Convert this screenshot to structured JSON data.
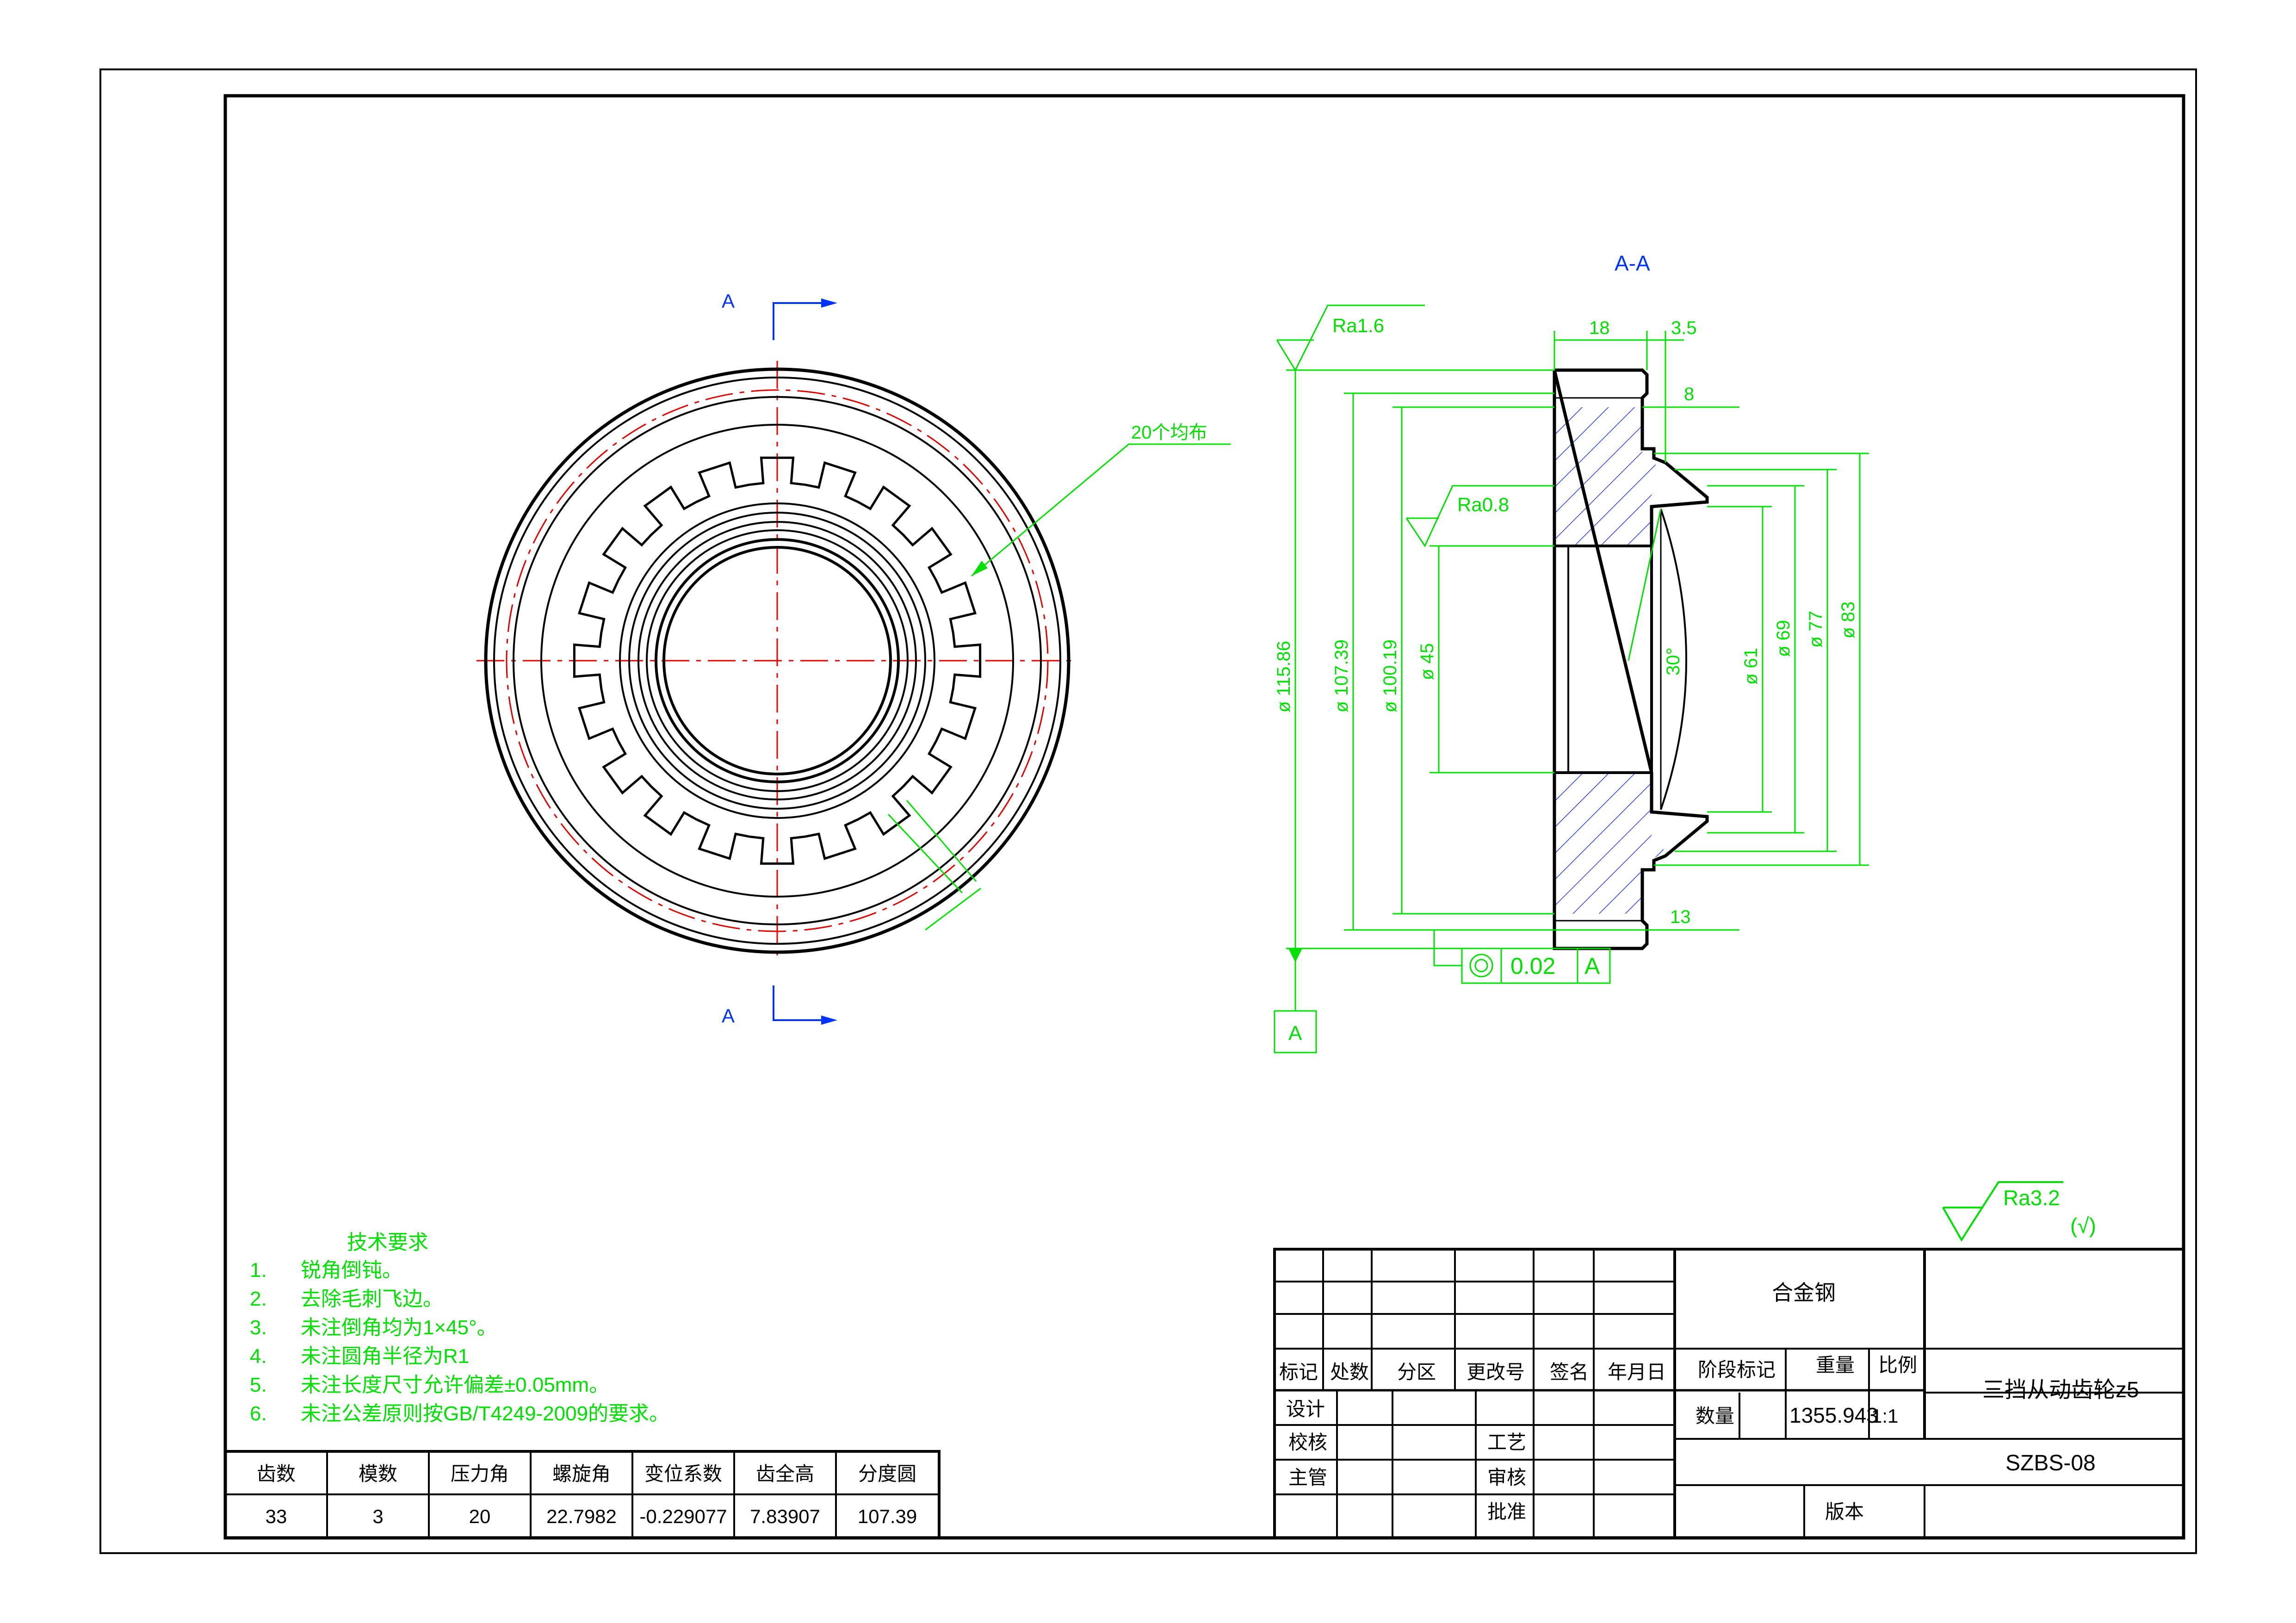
{
  "colors": {
    "outline": "#000000",
    "dimension": "#00e000",
    "centerline": "#e00000",
    "section_mark": "#0033ff",
    "hatch": "#2b3dff"
  },
  "section": {
    "label": "A-A",
    "arrow_label_top": "A",
    "arrow_label_bottom": "A"
  },
  "front_view": {
    "note": "20个均布"
  },
  "side_view": {
    "dims": {
      "width_18": "18",
      "width_3_5": "3.5",
      "width_8": "8",
      "width_13": "13",
      "d115": "ø 115.86",
      "d107": "ø 107.39",
      "d100": "ø 100.19",
      "d45": "ø 45",
      "d61": "ø 61",
      "d69": "ø 69",
      "d77": "ø 77",
      "d83": "ø 83",
      "angle": "30°"
    },
    "roughness": {
      "ra16": "Ra1.6",
      "ra08": "Ra0.8"
    },
    "tolerance": {
      "value": "0.02",
      "datum": "A"
    },
    "datum_label": "A"
  },
  "roughness_general": {
    "label": "Ra3.2",
    "suffix": "(√)"
  },
  "tech_requirements": {
    "title": "技术要求",
    "items": [
      {
        "num": "1.",
        "text": "锐角倒钝。"
      },
      {
        "num": "2.",
        "text": "去除毛刺飞边。"
      },
      {
        "num": "3.",
        "text": "未注倒角均为1×45°。"
      },
      {
        "num": "4.",
        "text": "未注圆角半径为R1"
      },
      {
        "num": "5.",
        "text": "未注长度尺寸允许偏差±0.05mm。"
      },
      {
        "num": "6.",
        "text": "未注公差原则按GB/T4249-2009的要求。"
      }
    ]
  },
  "gear_params": {
    "headers": [
      "齿数",
      "模数",
      "压力角",
      "螺旋角",
      "变位系数",
      "齿全高",
      "分度圆"
    ],
    "values": [
      "33",
      "3",
      "20",
      "22.7982",
      "-0.229077",
      "7.83907",
      "107.39"
    ]
  },
  "title_block": {
    "material": "合金钢",
    "rev_headers": [
      "标记",
      "处数",
      "分区",
      "更改号",
      "签名",
      "年月日"
    ],
    "design": "设计",
    "check": "校核",
    "supervisor": "主管",
    "process": "工艺",
    "review": "审核",
    "approve": "批准",
    "stage_mark": "阶段标记",
    "weight": "重量",
    "scale": "比例",
    "quantity": "数量",
    "weight_value": "1355.943",
    "scale_value": "1:1",
    "part_name": "三挡从动齿轮z5",
    "drawing_no": "SZBS-08",
    "version": "版本"
  }
}
